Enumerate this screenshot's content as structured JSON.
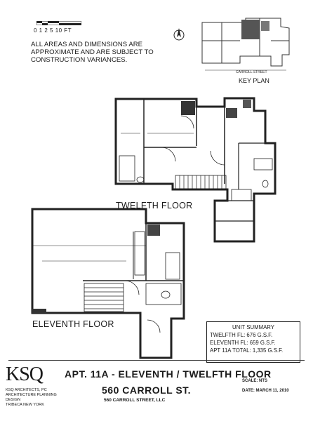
{
  "scale_bar": {
    "labels": "0 1 2   5   10 FT"
  },
  "disclaimer": "ALL AREAS AND DIMENSIONS ARE APPROXIMATE AND ARE SUBJECT TO CONSTRUCTION VARIANCES.",
  "key_plan": {
    "label": "KEY PLAN",
    "street": "CARROLL STREET"
  },
  "floors": {
    "twelfth": "TWELFTH FLOOR",
    "eleventh": "ELEVENTH FLOOR"
  },
  "unit_summary": {
    "title": "UNIT SUMMARY",
    "twelfth": "TWELFTH FL: 676 G.S.F.",
    "eleventh": "ELEVENTH FL: 659 G.S.F.",
    "total": "APT 11A TOTAL: 1,335 G.S.F."
  },
  "title_block": {
    "logo": "KSQ",
    "firm_line1": "KSQ ARCHITECTS, PC",
    "firm_line2": "ARCHITECTURE PLANNING DESIGN",
    "firm_line3": "TRIBECA NEW YORK",
    "sheet_title": "APT. 11A - ELEVENTH / TWELFTH FLOOR",
    "address": "560 CARROLL ST.",
    "owner": "560 CARROLL STREET, LLC",
    "scale": "SCALE: NTS",
    "date": "DATE:   MARCH 11, 2010"
  }
}
